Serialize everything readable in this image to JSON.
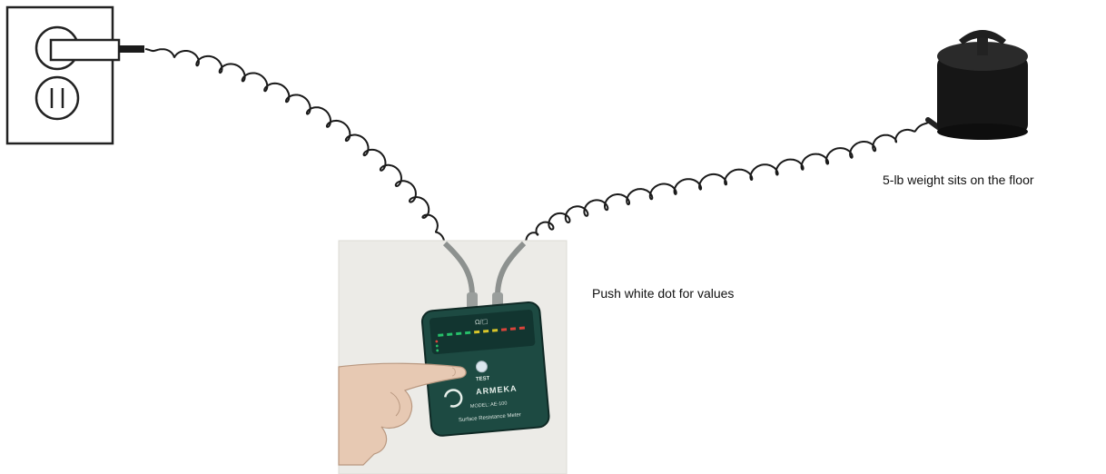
{
  "captions": {
    "weight": "5-lb weight sits on the floor",
    "push": "Push white dot for values"
  },
  "meter": {
    "brand": "ARMEKA",
    "test_label": "TEST",
    "model": "MODEL: AE-100",
    "name": "Surface Resistance Meter",
    "display_label": "Ω/□"
  },
  "colors": {
    "meter_body": "#1d4a42",
    "meter_display": "#123530",
    "led_green": "#27c06a",
    "led_yellow": "#d8c52a",
    "led_red": "#d9443b",
    "cord": "#1a1a1a",
    "weight": "#161616",
    "photo_bg": "#ecebe7",
    "text": "#111111"
  },
  "icons": [
    "wall-outlet-icon",
    "power-plug-icon",
    "coiled-cord-icon",
    "weight-icon",
    "finger-icon",
    "armeka-logo-icon"
  ]
}
